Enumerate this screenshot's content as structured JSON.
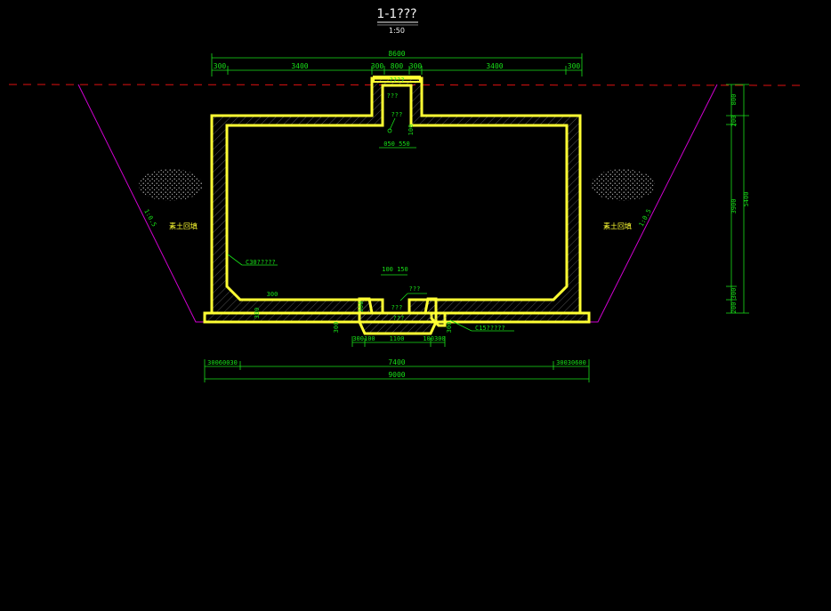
{
  "title": "1-1???",
  "scale": "1:50",
  "top_dims": {
    "overall": "8600",
    "segments": [
      "300",
      "3400",
      "300",
      "800",
      "300",
      "3400",
      "300"
    ]
  },
  "bottom_dims": {
    "segments_left": "30060030",
    "middle": "7400",
    "segments_right": "30030600",
    "overall": "9000",
    "sump_left": "300100",
    "sump_mid": "1100",
    "sump_right": "100300"
  },
  "right_dims": {
    "top": "800",
    "upper": "200",
    "middle": "3900",
    "overall": "5400",
    "lower": "300",
    "bottom": "200"
  },
  "labels": {
    "hatch_top": "????",
    "manhole_label": "???",
    "manhole_note": "???",
    "neck_dims": "050 550",
    "neck_vert": "100",
    "chamfer_dims": "100 150",
    "floor_label": "???",
    "sump_label": "???",
    "sump_label2": "???",
    "wall_note": "C30?????",
    "base_note": "C15?????",
    "left_chamfer": "300",
    "backfill_left": "素土回填",
    "backfill_right": "素土回填",
    "slope_left": "1:0.5",
    "slope_right": "1:0.5",
    "left_small": "300",
    "sump_left_vert": "300",
    "sump_right_vert": "300",
    "wall_vert": "300"
  },
  "colors": {
    "structure": "#ffff33",
    "dimension": "#18e018",
    "slope": "#d000d0",
    "ground": "#e01010",
    "hatch": "#9a9a9a",
    "text": "#f0f0f0"
  }
}
